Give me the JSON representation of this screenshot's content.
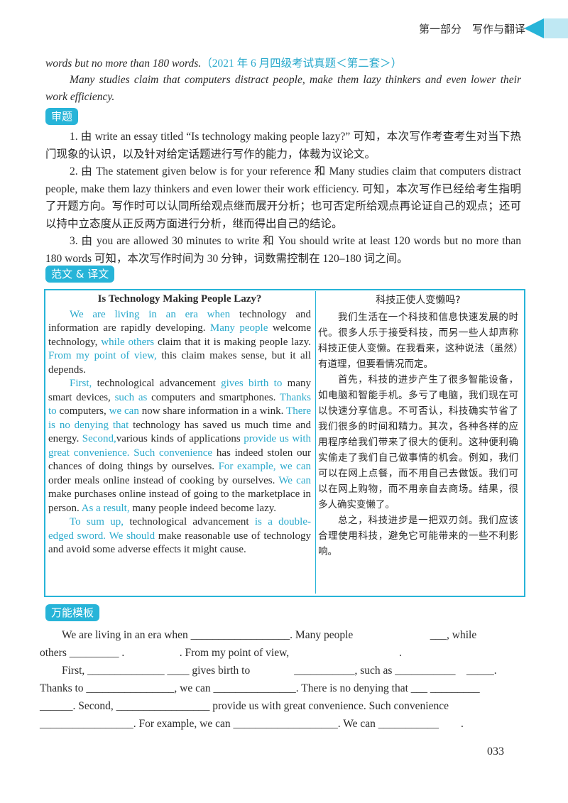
{
  "header": {
    "section": "第一部分　写作与翻译"
  },
  "intro": {
    "line1_italic": "words but no more than 180 words.",
    "line1_source": "（2021 年 6 月四级考试真题＜第二套＞）",
    "quote": "Many studies claim that computers distract people, make them lazy thinkers and even lower their work efficiency."
  },
  "shenti": {
    "label": "审题",
    "p1": "1. 由 write an essay titled “Is technology making people lazy?” 可知，本次写作考查考生对当下热门现象的认识，以及针对给定话题进行写作的能力，体裁为议论文。",
    "p2": "2. 由 The statement given below is for your reference 和 Many studies claim that computers distract people, make them lazy thinkers and even lower their work efficiency. 可知，本次写作已经给考生指明了开题方向。写作时可以认同所给观点继而展开分析；也可否定所给观点再论证自己的观点；还可以持中立态度从正反两方面进行分析，继而得出自己的结论。",
    "p3": "3. 由 you are allowed 30 minutes to write 和 You should write at least 120 words but no more than 180 words 可知，本次写作时间为 30 分钟，词数需控制在 120–180 词之间。"
  },
  "fanwen": {
    "label": "范文 & 译文",
    "en_title": "Is Technology Making People Lazy?",
    "en_paragraphs": [
      [
        {
          "t": "We are living in an era when",
          "c": 1
        },
        {
          "t": " technology and information are rapidly developing. ",
          "c": 0
        },
        {
          "t": "Many people",
          "c": 1
        },
        {
          "t": " welcome technology, ",
          "c": 0
        },
        {
          "t": "while others",
          "c": 1
        },
        {
          "t": " claim that it is making people lazy. ",
          "c": 0
        },
        {
          "t": "From my point of view,",
          "c": 1
        },
        {
          "t": " this claim makes sense, but it all depends.",
          "c": 0
        }
      ],
      [
        {
          "t": "First,",
          "c": 1
        },
        {
          "t": " technological advancement ",
          "c": 0
        },
        {
          "t": "gives birth to",
          "c": 1
        },
        {
          "t": " many smart devices, ",
          "c": 0
        },
        {
          "t": "such as",
          "c": 1
        },
        {
          "t": " computers and smartphones. ",
          "c": 0
        },
        {
          "t": "Thanks to",
          "c": 1
        },
        {
          "t": " computers, ",
          "c": 0
        },
        {
          "t": "we can",
          "c": 1
        },
        {
          "t": " now share information in a wink. ",
          "c": 0
        },
        {
          "t": "There is no denying that",
          "c": 1
        },
        {
          "t": " technology has saved us much time and energy. ",
          "c": 0
        },
        {
          "t": "Second,",
          "c": 1
        },
        {
          "t": "various kinds of applications ",
          "c": 0
        },
        {
          "t": "provide us with great convenience. Such convenience",
          "c": 1
        },
        {
          "t": " has indeed stolen our chances of doing things by ourselves. ",
          "c": 0
        },
        {
          "t": "For example, we can",
          "c": 1
        },
        {
          "t": " order meals online instead of cooking by ourselves. ",
          "c": 0
        },
        {
          "t": "We can",
          "c": 1
        },
        {
          "t": " make purchases online instead of going to the marketplace in person. ",
          "c": 0
        },
        {
          "t": "As a result,",
          "c": 1
        },
        {
          "t": " many people indeed become lazy.",
          "c": 0
        }
      ],
      [
        {
          "t": "To sum up,",
          "c": 1
        },
        {
          "t": " technological advancement ",
          "c": 0
        },
        {
          "t": "is a double-edged sword. We should",
          "c": 1
        },
        {
          "t": " make reasonable use of technology and avoid some adverse effects it might cause.",
          "c": 0
        }
      ]
    ],
    "zh_title": "科技正使人变懒吗?",
    "zh_paragraphs": [
      "我们生活在一个科技和信息快速发展的时代。很多人乐于接受科技，而另一些人却声称科技正使人变懒。在我看来，这种说法（虽然）有道理，但要看情况而定。",
      "首先，科技的进步产生了很多智能设备，如电脑和智能手机。多亏了电脑，我们现在可以快速分享信息。不可否认，科技确实节省了我们很多的时间和精力。其次，各种各样的应用程序给我们带来了很大的便利。这种便利确实偷走了我们自己做事情的机会。例如，我们可以在网上点餐，而不用自己去做饭。我们可以在网上购物，而不用亲自去商场。结果，很多人确实变懒了。",
      "总之，科技进步是一把双刃剑。我们应该合理使用科技，避免它可能带来的一些不利影响。"
    ]
  },
  "template": {
    "label": "万能模板",
    "lines": [
      "　　We are living in an era when __________________. Many people　　　　　　　___, while",
      "others _________ .　　　　　. From my point of view,　　　　　　　　　　.",
      "　　First, ______________ ____ gives birth to　　　　___________, such as ___________　_____.",
      "Thanks to ________________, we can _______________. There is no denying that ___ _________",
      "______. Second, _________________ provide us with great convenience. Such convenience",
      "_________________. For example, we can ___________________. We can ___________　　."
    ]
  },
  "page_number": "033"
}
